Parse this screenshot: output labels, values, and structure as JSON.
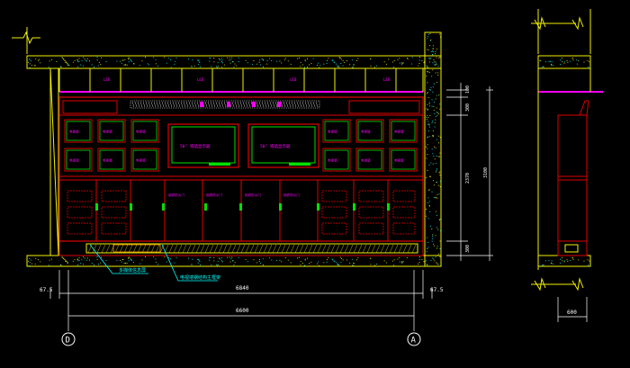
{
  "colors": {
    "background": "#000000",
    "yellow": "#f2f200",
    "red": "#e00000",
    "dark_red": "#8a0000",
    "magenta": "#ff00ff",
    "green": "#00e000",
    "cyan": "#00ffff",
    "white": "#ffffff",
    "orange": "#ff9900"
  },
  "grid_labels": {
    "left": "D",
    "right": "A"
  },
  "dimensions": {
    "left_offset": "67.5",
    "right_offset": "67.5",
    "inner_width": "6840",
    "overall_width": "6600",
    "side_width": "600",
    "heights": [
      "100",
      "300",
      "2370",
      "300"
    ],
    "overall_height": "3100"
  },
  "small_labels": {
    "upper_cabinet": "LED",
    "screen": "50\" 液晶显示器",
    "monitor": "电视墙",
    "door": "钢质防火门"
  },
  "leaders": [
    "多媒体信息屏",
    "电视墙钢结构主框架"
  ]
}
